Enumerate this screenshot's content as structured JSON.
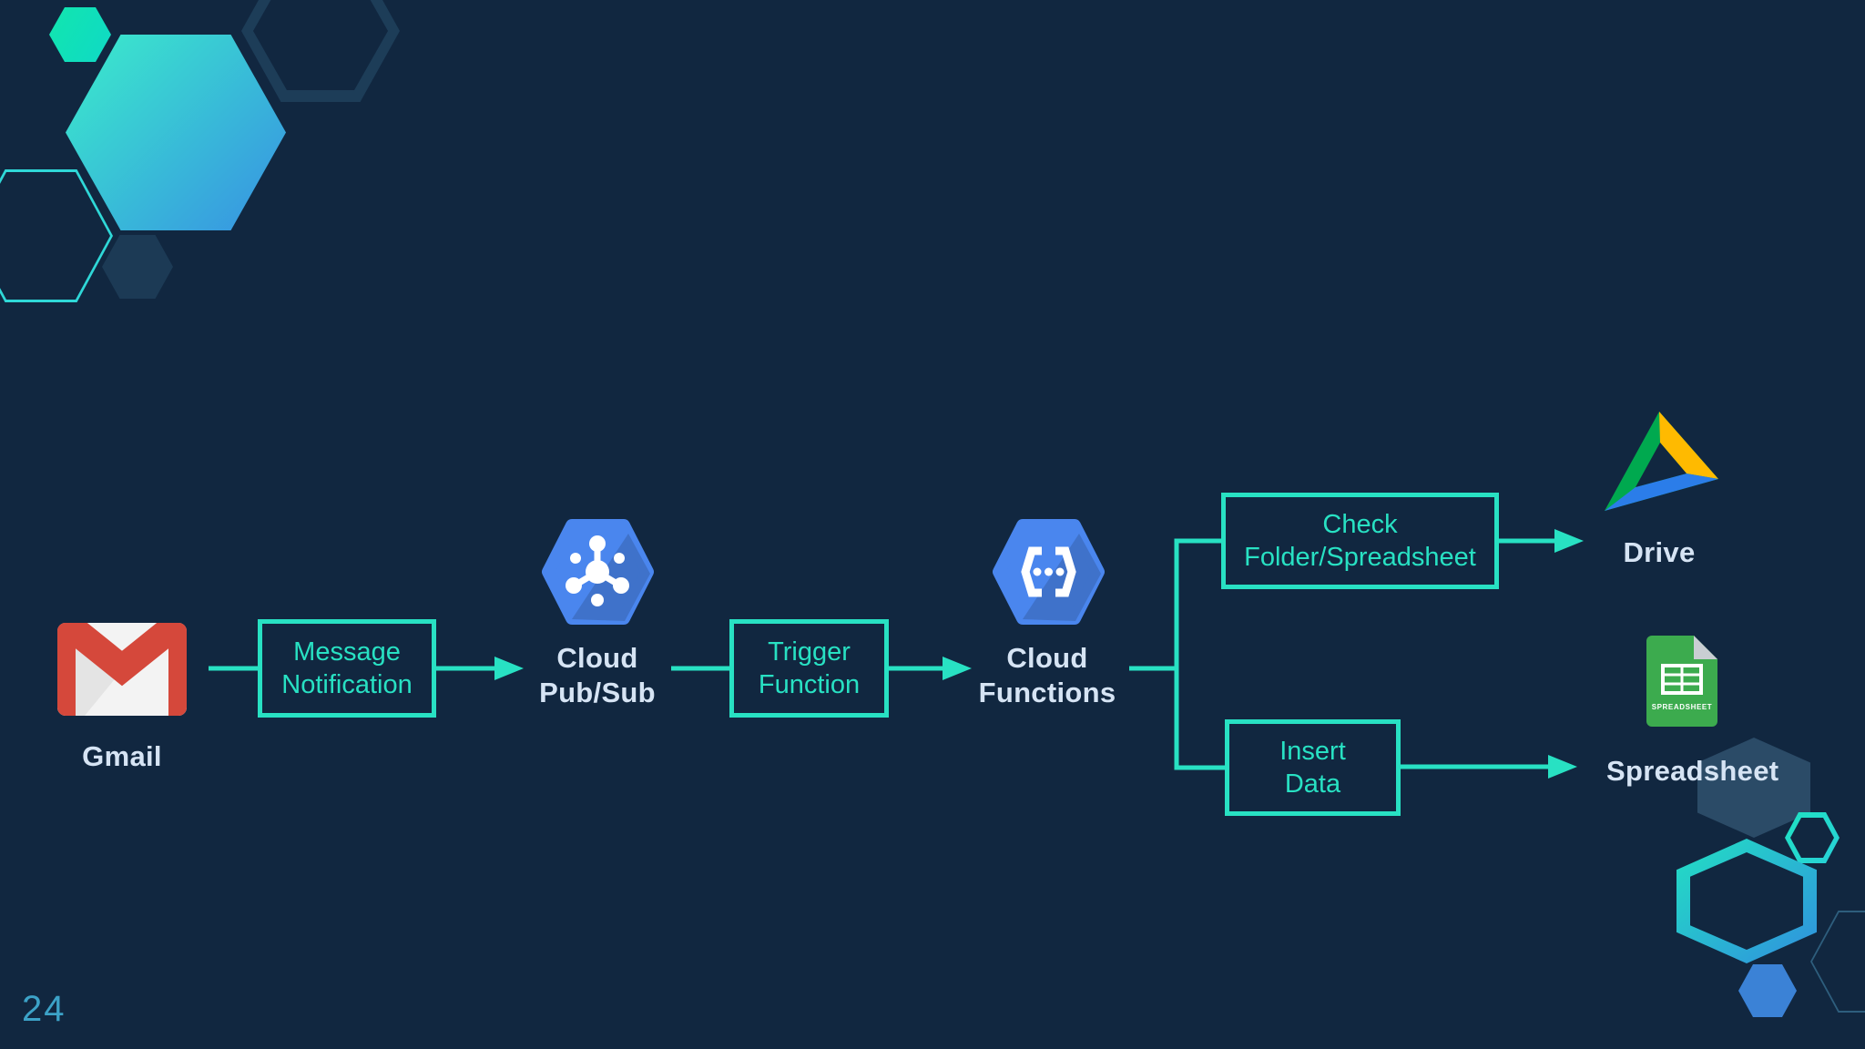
{
  "page": {
    "number": "24"
  },
  "colors": {
    "background": "#112740",
    "accent_teal": "#28e1c3",
    "node_label_text": "#d6e4f4",
    "google_blue": "#4a86ee",
    "gmail_red": "#d5483b",
    "drive_green": "#00a94f",
    "drive_yellow": "#ffba00",
    "drive_blue": "#2b7de9",
    "sheets_green": "#3cab4e",
    "page_number_blue": "#3fa9cf"
  },
  "flow": {
    "gmail": {
      "label": "Gmail",
      "icon": "gmail-icon"
    },
    "message_notification": {
      "line1": "Message",
      "line2": "Notification"
    },
    "cloud_pubsub": {
      "line1": "Cloud",
      "line2": "Pub/Sub",
      "icon": "pubsub-icon"
    },
    "trigger_function": {
      "line1": "Trigger",
      "line2": "Function"
    },
    "cloud_functions": {
      "line1": "Cloud",
      "line2": "Functions",
      "icon": "cloud-functions-icon"
    },
    "check_folder_spreadsheet": {
      "line1": "Check",
      "line2": "Folder/Spreadsheet"
    },
    "insert_data": {
      "line1": "Insert",
      "line2": "Data"
    },
    "drive": {
      "label": "Drive",
      "icon": "drive-icon"
    },
    "spreadsheet": {
      "label": "Spreadsheet",
      "badge": "SPREADSHEET",
      "icon": "spreadsheet-icon"
    }
  }
}
